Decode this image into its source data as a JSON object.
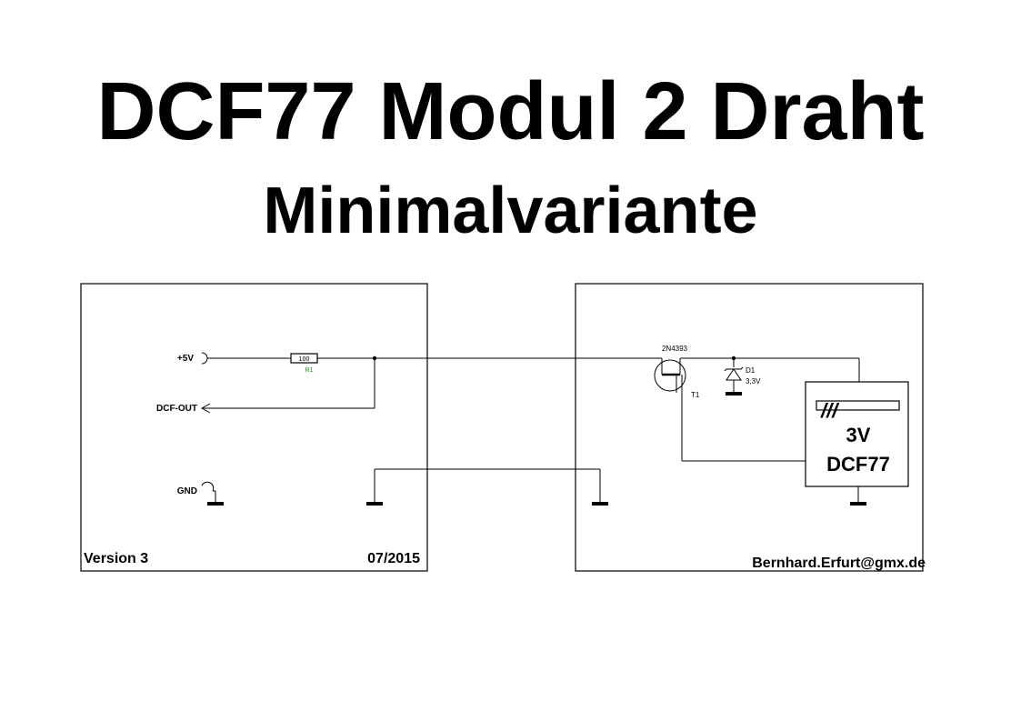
{
  "title": "DCF77 Modul 2 Draht",
  "subtitle": "Minimalvariante",
  "left_board": {
    "pins": {
      "vcc": "+5V",
      "dcf_out": "DCF-OUT",
      "gnd": "GND"
    },
    "resistor": {
      "value": "100",
      "ref": "R1"
    },
    "version": "Version 3",
    "date": "07/2015"
  },
  "right_board": {
    "transistor": {
      "part": "2N4393",
      "ref": "T1"
    },
    "diode": {
      "ref": "D1",
      "value": "3,3V"
    },
    "module": {
      "hatch": "///",
      "voltage": "3V",
      "name": "DCF77"
    },
    "author": "Bernhard.Erfurt@gmx.de"
  },
  "colors": {
    "ink": "#000000",
    "ref_label": "#2e8b2e"
  }
}
